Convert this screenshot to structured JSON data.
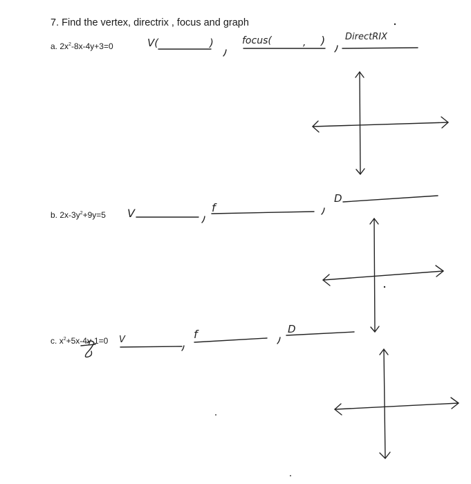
{
  "title": "7. Find the vertex, directrix , focus and graph",
  "problems": [
    {
      "label": "a.",
      "equation_parts": [
        "2x",
        "2",
        "-8x-4y+3=0"
      ],
      "answer_labels": {
        "vertex": "V(",
        "vertex_close": ")",
        "focus": "focus(",
        "focus_comma": ",",
        "focus_close": ")",
        "directrix": "DirectRIX"
      }
    },
    {
      "label": "b.",
      "equation_parts": [
        "2x-3y",
        "2",
        "+9y=5"
      ],
      "answer_labels": {
        "vertex": "V",
        "focus": "f",
        "directrix": "D"
      }
    },
    {
      "label": "c.",
      "equation_parts": [
        "x",
        "2",
        "+5x-4y-1=0"
      ],
      "answer_labels": {
        "vertex": "V",
        "focus": "f",
        "directrix": "D"
      }
    }
  ],
  "colors": {
    "ink": "#222222",
    "paper": "#ffffff"
  }
}
